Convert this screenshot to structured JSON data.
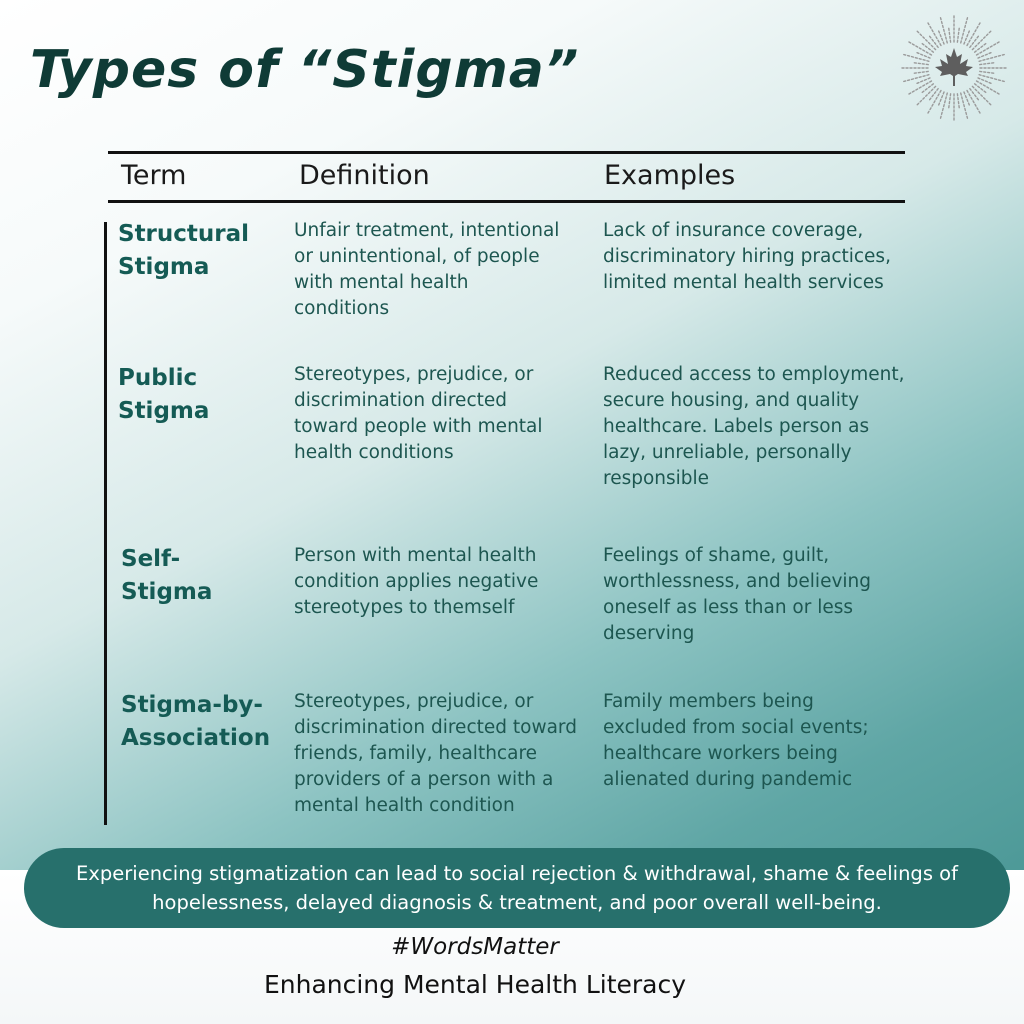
{
  "title": "Types of “Stigma”",
  "logo": {
    "icon": "maple-leaf-icon"
  },
  "table": {
    "headers": [
      "Term",
      "Definition",
      "Examples"
    ],
    "rows": [
      {
        "term": [
          "Structural",
          "Stigma"
        ],
        "definition": [
          "Unfair treatment, intentional",
          "or unintentional, of people",
          "with mental health",
          "conditions"
        ],
        "examples": [
          "Lack of insurance coverage,",
          "discriminatory hiring practices,",
          "limited mental health services"
        ]
      },
      {
        "term": [
          "Public",
          "Stigma"
        ],
        "definition": [
          "Stereotypes, prejudice, or",
          "discrimination directed",
          "toward people with mental",
          "health conditions"
        ],
        "examples": [
          "Reduced access to employment,",
          "secure housing, and quality",
          "healthcare. Labels person as",
          "lazy, unreliable, personally",
          "responsible"
        ]
      },
      {
        "term": [
          "Self-",
          "Stigma"
        ],
        "definition": [
          "Person with mental health",
          "condition applies negative",
          "stereotypes to themself"
        ],
        "examples": [
          "Feelings of shame, guilt,",
          "worthlessness, and believing",
          "oneself as less than or less",
          "deserving"
        ]
      },
      {
        "term": [
          "Stigma-by-",
          "Association"
        ],
        "definition": [
          "Stereotypes, prejudice, or",
          "discrimination directed toward",
          "friends, family, healthcare",
          "providers of a person with a",
          "mental health condition"
        ],
        "examples": [
          "Family members being",
          "excluded from social events;",
          "healthcare workers being",
          "alienated during pandemic"
        ]
      }
    ]
  },
  "callout": {
    "line1": "Experiencing stigmatization can lead to social rejection & withdrawal, shame & feelings of",
    "line2": "hopelessness, delayed diagnosis & treatment, and poor overall well-being."
  },
  "hashtag": "#WordsMatter",
  "tagline": "Enhancing Mental Health Literacy",
  "colors": {
    "accent": "#27706c",
    "title": "#0f3b36",
    "term": "#155b55",
    "body": "#1d5650"
  }
}
